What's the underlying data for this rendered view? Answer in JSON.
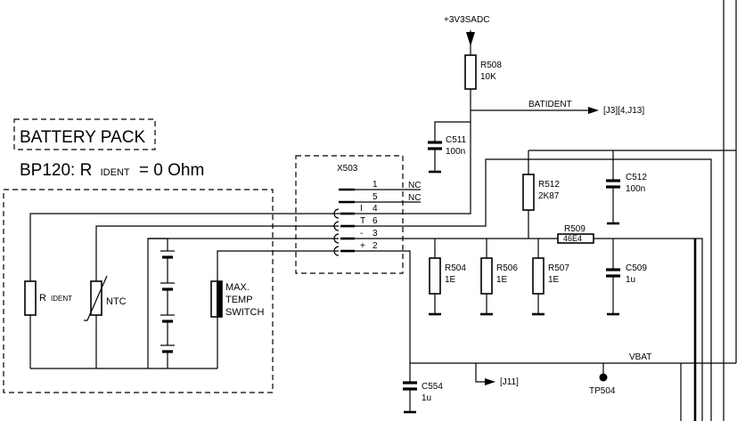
{
  "labels": {
    "supply": "+3V3SADC",
    "r508": "R508",
    "r508_value": "10K",
    "batident": "BATIDENT",
    "batident_ref": "[J3][4,J13]",
    "c511": "C511",
    "c511_value": "100n",
    "battery_pack": "BATTERY PACK",
    "bp120": "BP120: R",
    "bp120_sub": "IDENT",
    "bp120_tail": "= 0 Ohm",
    "x503": "X503",
    "c512": "C512",
    "c512_value": "100n",
    "r512": "R512",
    "r512_value": "2K87",
    "r509": "R509",
    "r509_value": "46E4",
    "r504": "R504",
    "r504_value": "1E",
    "r506": "R506",
    "r506_value": "1E",
    "r507": "R507",
    "r507_value": "1E",
    "c509": "C509",
    "c509_value": "1u",
    "r_ident": "R",
    "r_ident_sub": "IDENT",
    "ntc": "NTC",
    "switch_line1": "MAX.",
    "switch_line2": "TEMP",
    "switch_line3": "SWITCH",
    "vbat": "VBAT",
    "j11": "[J11]",
    "tp504": "TP504",
    "c554": "C554",
    "c554_value": "1u"
  },
  "connector": {
    "pins": [
      {
        "num": "1",
        "tag": "",
        "note": "NC"
      },
      {
        "num": "5",
        "tag": "",
        "note": "NC"
      },
      {
        "num": "4",
        "tag": "I",
        "note": ""
      },
      {
        "num": "6",
        "tag": "T",
        "note": ""
      },
      {
        "num": "3",
        "tag": "-",
        "note": ""
      },
      {
        "num": "2",
        "tag": "+",
        "note": ""
      }
    ]
  }
}
